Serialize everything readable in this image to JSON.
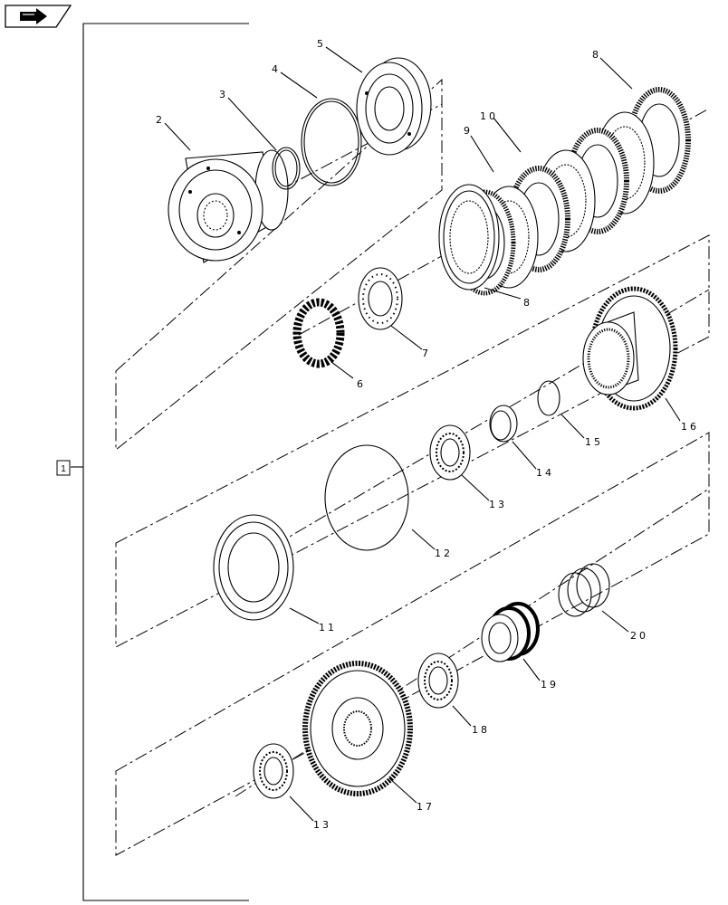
{
  "header": {
    "nav_icon": "arrow-forward-icon"
  },
  "assembly_box_label": "1",
  "callouts": {
    "c2": "2",
    "c3": "3",
    "c4": "4",
    "c5": "5",
    "c6": "6",
    "c7": "7",
    "c8a": "8",
    "c8b": "8",
    "c9": "9",
    "c10": "10",
    "c11": "11",
    "c12": "12",
    "c13a": "13",
    "c13b": "13",
    "c14": "14",
    "c15": "15",
    "c16": "16",
    "c17": "17",
    "c18": "18",
    "c19": "19",
    "c20": "20"
  }
}
